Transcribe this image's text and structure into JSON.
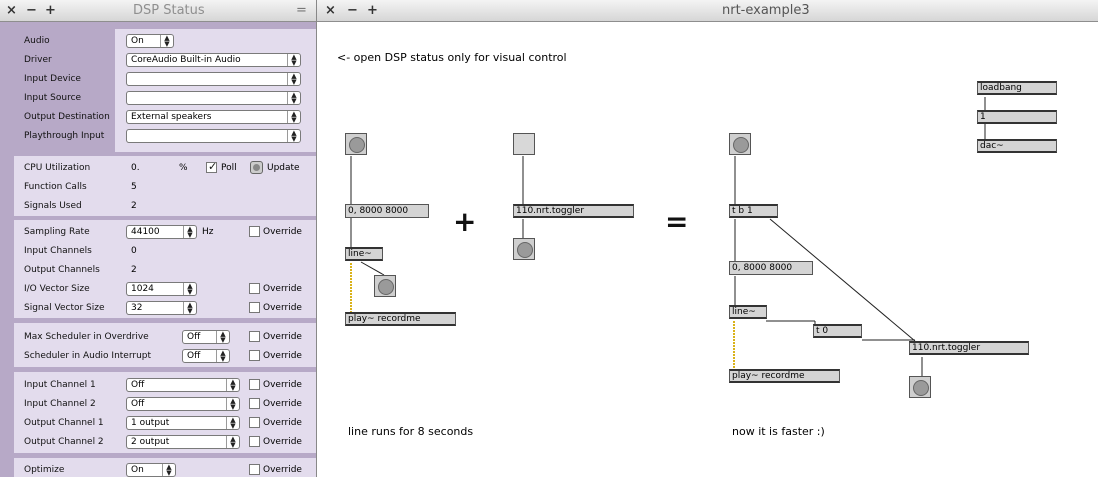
{
  "dsp_window": {
    "title": "DSP Status",
    "close": "×",
    "minimize": "−",
    "zoom": "+",
    "grip": "=",
    "audio": {
      "label": "Audio",
      "value": "On"
    },
    "driver": {
      "label": "Driver",
      "value": "CoreAudio Built-in Audio"
    },
    "input_device": {
      "label": "Input Device",
      "value": ""
    },
    "input_source": {
      "label": "Input Source",
      "value": ""
    },
    "output_destination": {
      "label": "Output Destination",
      "value": "External speakers"
    },
    "playthrough_input": {
      "label": "Playthrough Input",
      "value": ""
    },
    "cpu": {
      "label": "CPU Utilization",
      "value": "0.",
      "unit": "%",
      "poll_label": "Poll",
      "poll_checked": true,
      "update_label": "Update"
    },
    "function_calls": {
      "label": "Function Calls",
      "value": "5"
    },
    "signals_used": {
      "label": "Signals Used",
      "value": "2"
    },
    "sampling_rate": {
      "label": "Sampling Rate",
      "value": "44100",
      "unit": "Hz",
      "override": "Override"
    },
    "input_channels": {
      "label": "Input Channels",
      "value": "0"
    },
    "output_channels": {
      "label": "Output Channels",
      "value": "2"
    },
    "io_vector": {
      "label": "I/O Vector Size",
      "value": "1024",
      "override": "Override"
    },
    "signal_vector": {
      "label": "Signal Vector Size",
      "value": "32",
      "override": "Override"
    },
    "max_scheduler": {
      "label": "Max Scheduler in Overdrive",
      "value": "Off",
      "override": "Override"
    },
    "scheduler_interrupt": {
      "label": "Scheduler in Audio Interrupt",
      "value": "Off",
      "override": "Override"
    },
    "input_channel_1": {
      "label": "Input Channel 1",
      "value": "Off",
      "override": "Override"
    },
    "input_channel_2": {
      "label": "Input Channel 2",
      "value": "Off",
      "override": "Override"
    },
    "output_channel_1": {
      "label": "Output Channel 1",
      "value": "1 output",
      "override": "Override"
    },
    "output_channel_2": {
      "label": "Output Channel 2",
      "value": "2 output",
      "override": "Override"
    },
    "optimize": {
      "label": "Optimize",
      "value": "On",
      "override": "Override"
    }
  },
  "patcher": {
    "title": "nrt-example3",
    "close": "×",
    "minimize": "−",
    "zoom": "+",
    "comment_top": "<- open DSP status only for visual control",
    "comment_left": "line runs for 8 seconds",
    "comment_right": "now it is faster :)",
    "plus": "+",
    "equals": "=",
    "objects": {
      "msg_left": "0, 8000 8000",
      "line_left": "line~",
      "play_left": "play~ recordme",
      "toggler_mid": "110.nrt.toggler",
      "tb": "t b 1",
      "msg_right": "0, 8000 8000",
      "line_right": "line~",
      "t0": "t 0",
      "toggler_right": "110.nrt.toggler",
      "play_right": "play~ recordme",
      "loadbang": "loadbang",
      "one": "1",
      "dac": "dac~"
    }
  }
}
